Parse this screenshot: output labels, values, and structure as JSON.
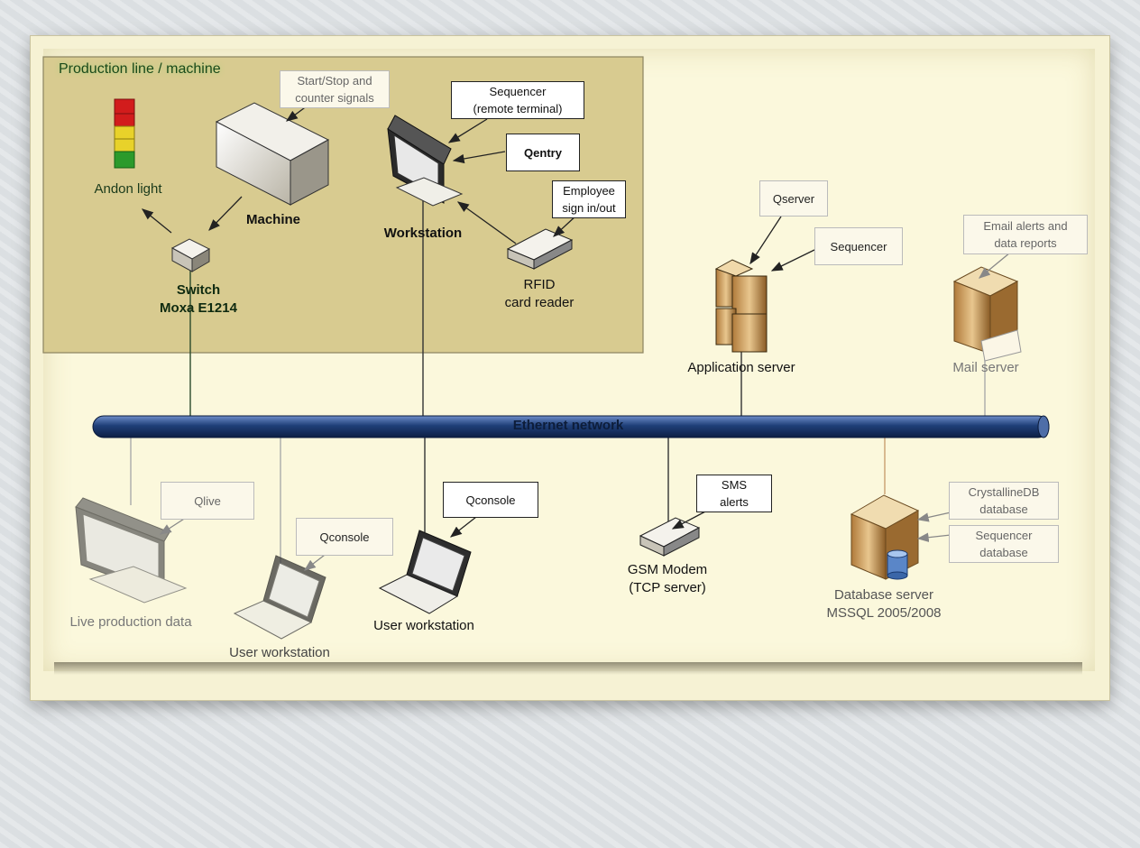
{
  "diagram": {
    "region_title": "Production line / machine",
    "network_label": "Ethernet network",
    "nodes": {
      "andon": "Andon light",
      "machine": "Machine",
      "switch_name": "Switch",
      "switch_model": "Moxa E1214",
      "workstation": "Workstation",
      "rfid_line1": "RFID",
      "rfid_line2": "card reader",
      "app_server": "Application server",
      "mail_server": "Mail server",
      "live_data": "Live production data",
      "user_ws_1": "User workstation",
      "user_ws_2": "User workstation",
      "gsm_line1": "GSM Modem",
      "gsm_line2": "(TCP server)",
      "db_line1": "Database server",
      "db_line2": "MSSQL 2005/2008"
    },
    "callouts": {
      "start_stop_1": "Start/Stop and",
      "start_stop_2": "counter signals",
      "sequencer_remote_1": "Sequencer",
      "sequencer_remote_2": "(remote terminal)",
      "qentry": "Qentry",
      "employee_1": "Employee",
      "employee_2": "sign in/out",
      "qserver": "Qserver",
      "sequencer": "Sequencer",
      "email_1": "Email alerts and",
      "email_2": "data reports",
      "qlive": "Qlive",
      "qconsole_1": "Qconsole",
      "qconsole_2": "Qconsole",
      "sms_1": "SMS",
      "sms_2": "alerts",
      "crystalline_1": "CrystallineDB",
      "crystalline_2": "database",
      "seqdb_1": "Sequencer",
      "seqdb_2": "database"
    },
    "colors": {
      "network": "#1f3f78",
      "region": "#d9cb8f",
      "andon_red": "#d21c1c",
      "andon_yellow": "#e8d22a",
      "andon_green": "#2b9a2b"
    }
  }
}
